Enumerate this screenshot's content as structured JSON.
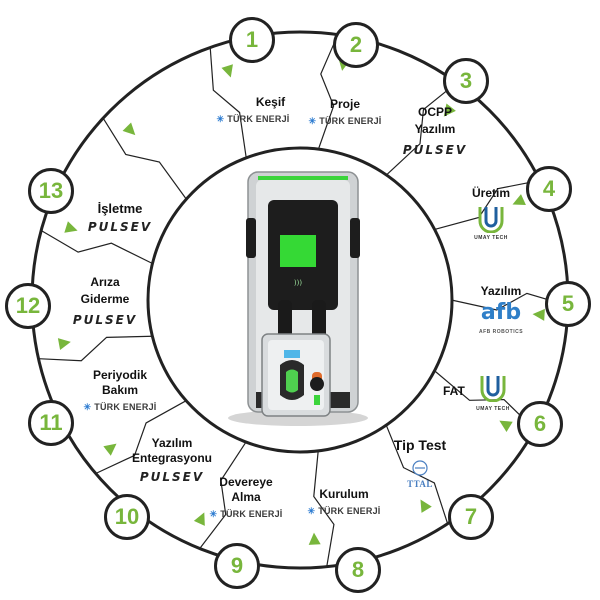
{
  "colors": {
    "accent_green": "#78b63c",
    "ring_stroke": "#222222",
    "screen_green": "#2ecc2e"
  },
  "steps": [
    {
      "number": "1",
      "title": "Keşif",
      "logo": "TÜRK ENERJİ"
    },
    {
      "number": "2",
      "title": "Proje",
      "logo": "TÜRK ENERJİ"
    },
    {
      "number": "3",
      "title": "OCPP Yazılım",
      "logo": "PULSEV"
    },
    {
      "number": "4",
      "title": "Üretim",
      "logo": "UMAY TECH"
    },
    {
      "number": "5",
      "title": "Yazılım",
      "logo": "AFB ROBOTICS",
      "logo_mark": "afb"
    },
    {
      "number": "6",
      "title": "FAT",
      "logo": "UMAY TECH"
    },
    {
      "number": "7",
      "title": "Tip Test",
      "logo": "TTAL"
    },
    {
      "number": "8",
      "title": "Kurulum",
      "logo": "TÜRK ENERJİ"
    },
    {
      "number": "9",
      "title": "Devereye Alma",
      "logo": "TÜRK ENERJİ"
    },
    {
      "number": "10",
      "title": "Yazılım Entegrasyonu",
      "logo": "PULSEV"
    },
    {
      "number": "11",
      "title": "Periyodik Bakım",
      "logo": "TÜRK ENERJİ"
    },
    {
      "number": "12",
      "title": "Arıza Giderme",
      "logo": "PULSEV"
    },
    {
      "number": "13",
      "title": "İşletme",
      "logo": "PULSEV"
    }
  ],
  "center_image": {
    "icon": "ev-charger-icon"
  }
}
